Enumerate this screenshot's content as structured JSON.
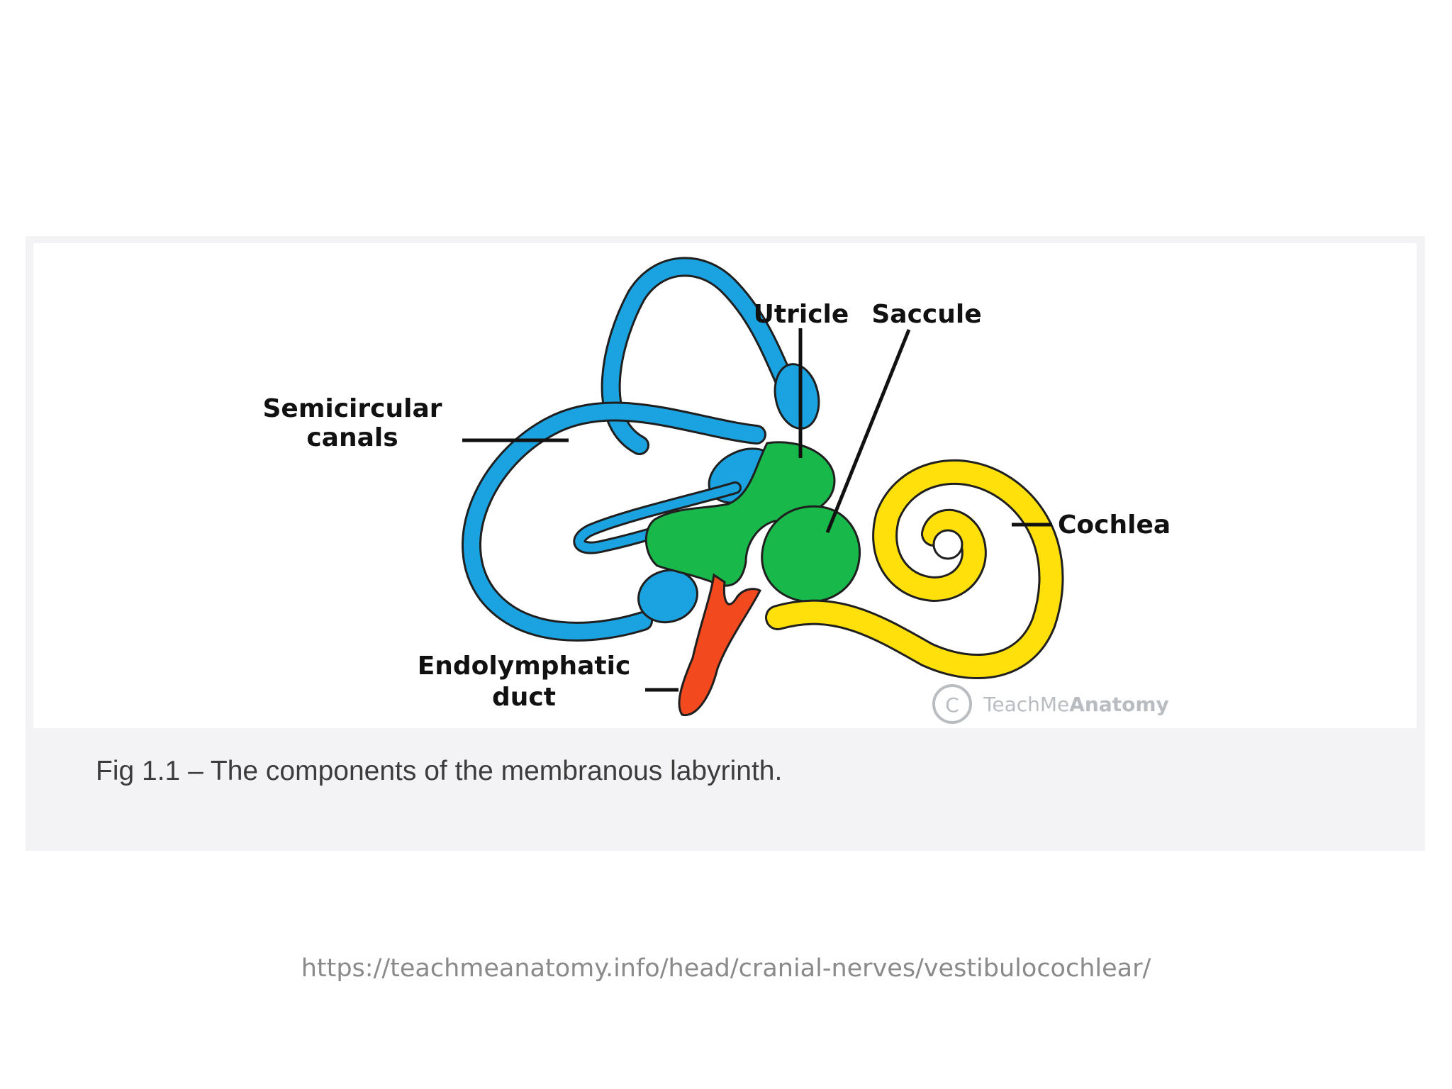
{
  "figure": {
    "labels": {
      "semicircular_canals_line1": "Semicircular",
      "semicircular_canals_line2": "canals",
      "utricle": "Utricle",
      "saccule": "Saccule",
      "cochlea": "Cochlea",
      "endolymphatic_duct_line1": "Endolymphatic",
      "endolymphatic_duct_line2": "duct"
    },
    "watermark": {
      "brand_light": "TeachMe",
      "brand_bold": "Anatomy",
      "symbol": "C"
    },
    "caption": "Fig 1.1 – The components of the membranous labyrinth.",
    "colors": {
      "semicircular_canals": "#1aa3e0",
      "utricle_saccule": "#19b84a",
      "cochlea": "#ffe00a",
      "endolymphatic_duct": "#f24a1e",
      "outline": "#1f1f1f"
    }
  },
  "source_url": "https://teachmeanatomy.info/head/cranial-nerves/vestibulocochlear/"
}
